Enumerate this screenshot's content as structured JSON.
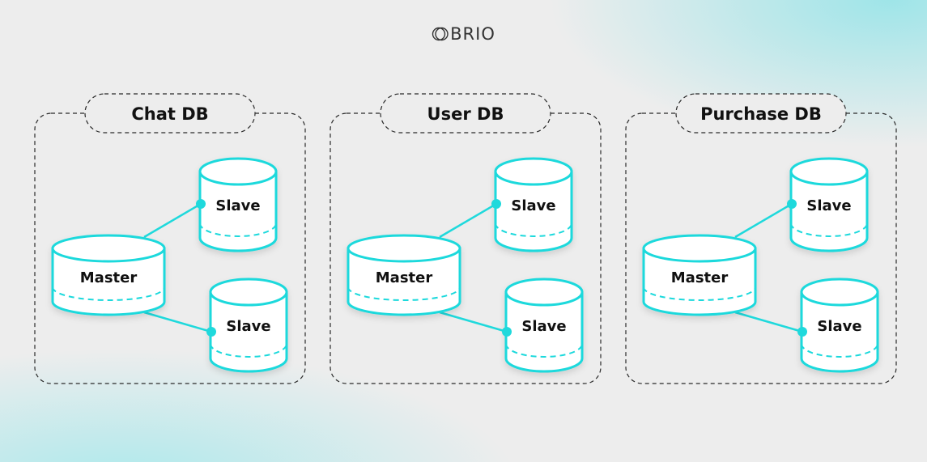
{
  "logo": {
    "text": "BRIO",
    "mark_icon": "double-circle-logo-icon"
  },
  "colors": {
    "accent": "#1fd9dc",
    "dashed": "#2a2a2a",
    "text": "#111111",
    "background": "#ededed"
  },
  "groups": [
    {
      "title": "Chat DB",
      "master": "Master",
      "replicas": [
        "Slave",
        "Slave"
      ]
    },
    {
      "title": "User DB",
      "master": "Master",
      "replicas": [
        "Slave",
        "Slave"
      ]
    },
    {
      "title": "Purchase DB",
      "master": "Master",
      "replicas": [
        "Slave",
        "Slave"
      ]
    }
  ]
}
